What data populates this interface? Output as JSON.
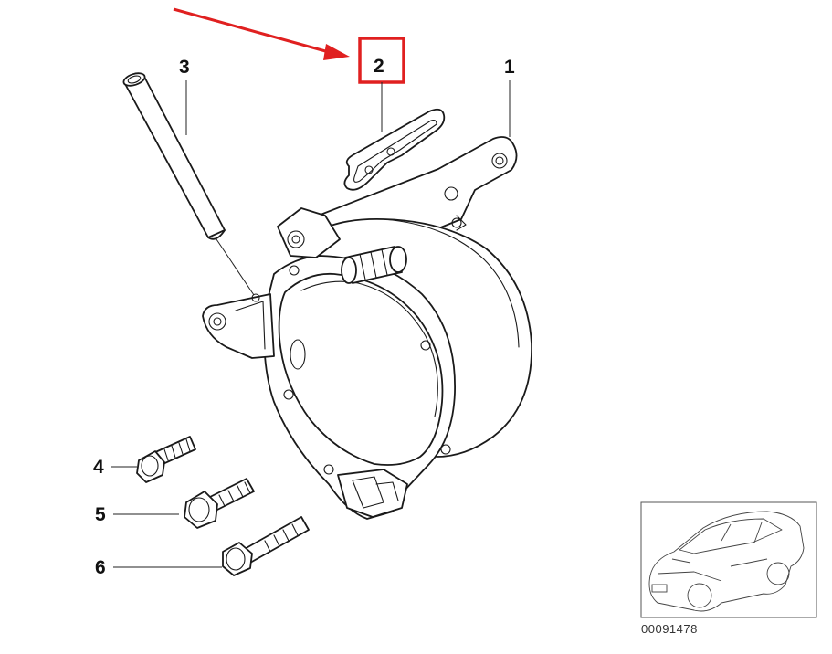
{
  "callouts": [
    {
      "id": "1",
      "label": "1"
    },
    {
      "id": "2",
      "label": "2"
    },
    {
      "id": "3",
      "label": "3"
    },
    {
      "id": "4",
      "label": "4"
    },
    {
      "id": "5",
      "label": "5"
    },
    {
      "id": "6",
      "label": "6"
    }
  ],
  "highlight": {
    "target": "2",
    "color": "#e02020"
  },
  "reference_code": "00091478",
  "colors": {
    "line": "#1a1a1a",
    "highlight": "#e02020",
    "background": "#ffffff"
  }
}
